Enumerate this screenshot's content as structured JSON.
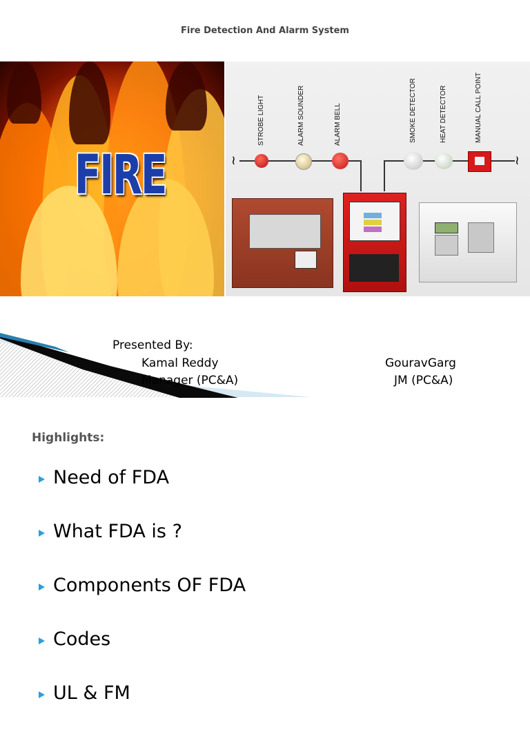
{
  "document": {
    "title": "Fire Detection And Alarm System"
  },
  "hero": {
    "fire_word": "FIRE",
    "device_labels": [
      "STROBE LIGHT",
      "ALARM SOUNDER",
      "ALARM BELL",
      "SMOKE DETECTOR",
      "HEAT DETECTOR",
      "MANUAL CALL POINT"
    ]
  },
  "presenters": {
    "heading": "Presented By:",
    "people": [
      {
        "name": "Kamal Reddy",
        "role": "Manager (PC&A)"
      },
      {
        "name": "GouravGarg",
        "role": "JM (PC&A)"
      }
    ]
  },
  "highlights": {
    "heading": "Highlights:",
    "items": [
      "Need of FDA",
      "What FDA is ?",
      "Components OF FDA",
      "Codes",
      "UL & FM"
    ]
  },
  "colors": {
    "bullet": "#2aa0d8",
    "fire_text": "#1b3ea8"
  }
}
